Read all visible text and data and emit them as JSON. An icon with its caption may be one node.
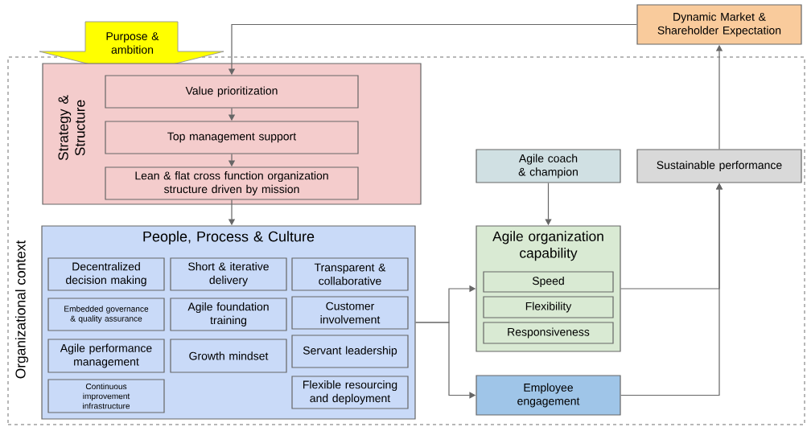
{
  "diagram": {
    "nodes": [
      {
        "text": [
          "Organizational context"
        ]
      },
      {
        "text": [
          "Purpose & ambition"
        ]
      },
      {
        "text": [
          "Dynamic Market & Shareholder Expectation"
        ]
      },
      {
        "text": [
          "Strategy & Structure"
        ],
        "in": 0
      },
      {
        "text": [
          "Value prioritization"
        ],
        "in": 3
      },
      {
        "text": [
          "Top management support"
        ],
        "in": 3
      },
      {
        "text": [
          "Lean & flat cross function organization structure driven by mission"
        ],
        "in": 3
      },
      {
        "text": [
          "People, Process & Culture"
        ],
        "in": 0
      },
      {
        "text": [
          "Decentralized decision making"
        ],
        "in": 7
      },
      {
        "text": [
          "Short & iterative delivery"
        ],
        "in": 7
      },
      {
        "text": [
          "Transparent & collaborative"
        ],
        "in": 7
      },
      {
        "text": [
          "Embedded governance & quality assurance"
        ],
        "in": 7
      },
      {
        "text": [
          "Agile foundation training"
        ],
        "in": 7
      },
      {
        "text": [
          "Customer involvement"
        ],
        "in": 7
      },
      {
        "text": [
          "Agile performance management"
        ],
        "in": 7
      },
      {
        "text": [
          "Growth mindset"
        ],
        "in": 7
      },
      {
        "text": [
          "Servant leadership"
        ],
        "in": 7
      },
      {
        "text": [
          "Continuous improvement infrastructure"
        ],
        "in": 7
      },
      {
        "text": [
          "Flexible resourcing and deployment"
        ],
        "in": 7
      },
      {
        "text": [
          "Agile coach & champion"
        ],
        "in": 0
      },
      {
        "text": [
          "Sustainable performance"
        ],
        "in": 0
      },
      {
        "text": [
          "Agile organization capability"
        ],
        "in": 0
      },
      {
        "text": [
          "Speed"
        ],
        "in": 21
      },
      {
        "text": [
          "Flexibility"
        ],
        "in": 21
      },
      {
        "text": [
          "Responsiveness"
        ],
        "in": 21
      },
      {
        "text": [
          "Employee engagement"
        ],
        "in": 0
      }
    ],
    "edges": [
      {
        "from": 2,
        "to": 4,
        "arrow": "to"
      },
      {
        "from": 4,
        "to": 5,
        "arrow": "to"
      },
      {
        "from": 5,
        "to": 6,
        "arrow": "to"
      },
      {
        "from": 6,
        "to": 7,
        "arrow": "to"
      },
      {
        "from": 7,
        "to": 21,
        "arrow": "to"
      },
      {
        "from": 7,
        "to": 25,
        "arrow": "to"
      },
      {
        "from": 19,
        "to": 21,
        "arrow": "to"
      },
      {
        "from": 21,
        "to": 20,
        "arrow": "to"
      },
      {
        "from": 25,
        "to": 20,
        "arrow": "to"
      },
      {
        "from": 20,
        "to": 2,
        "arrow": "to"
      }
    ]
  }
}
